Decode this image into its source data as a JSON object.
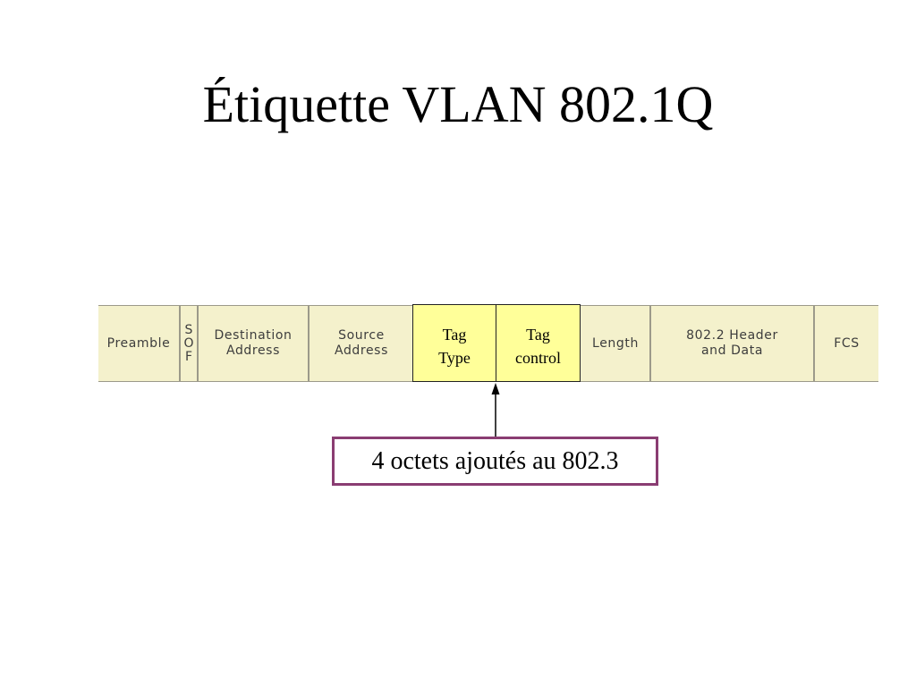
{
  "slide": {
    "title": "Étiquette VLAN 802.1Q"
  },
  "frame": {
    "fields": {
      "preamble": "Preamble",
      "sof": "S\nO\nF",
      "destination": "Destination\nAddress",
      "source": "Source\nAddress",
      "length": "Length",
      "header_data": "802.2 Header\nand Data",
      "fcs": "FCS"
    },
    "tag_type": "Tag\nType",
    "tag_control": "Tag\ncontrol"
  },
  "callout": {
    "text": "4 octets ajoutés au 802.3"
  },
  "colors": {
    "frame_fill": "#f4f1cc",
    "tag_fill": "#ffff99",
    "callout_border": "#8a3d72"
  }
}
